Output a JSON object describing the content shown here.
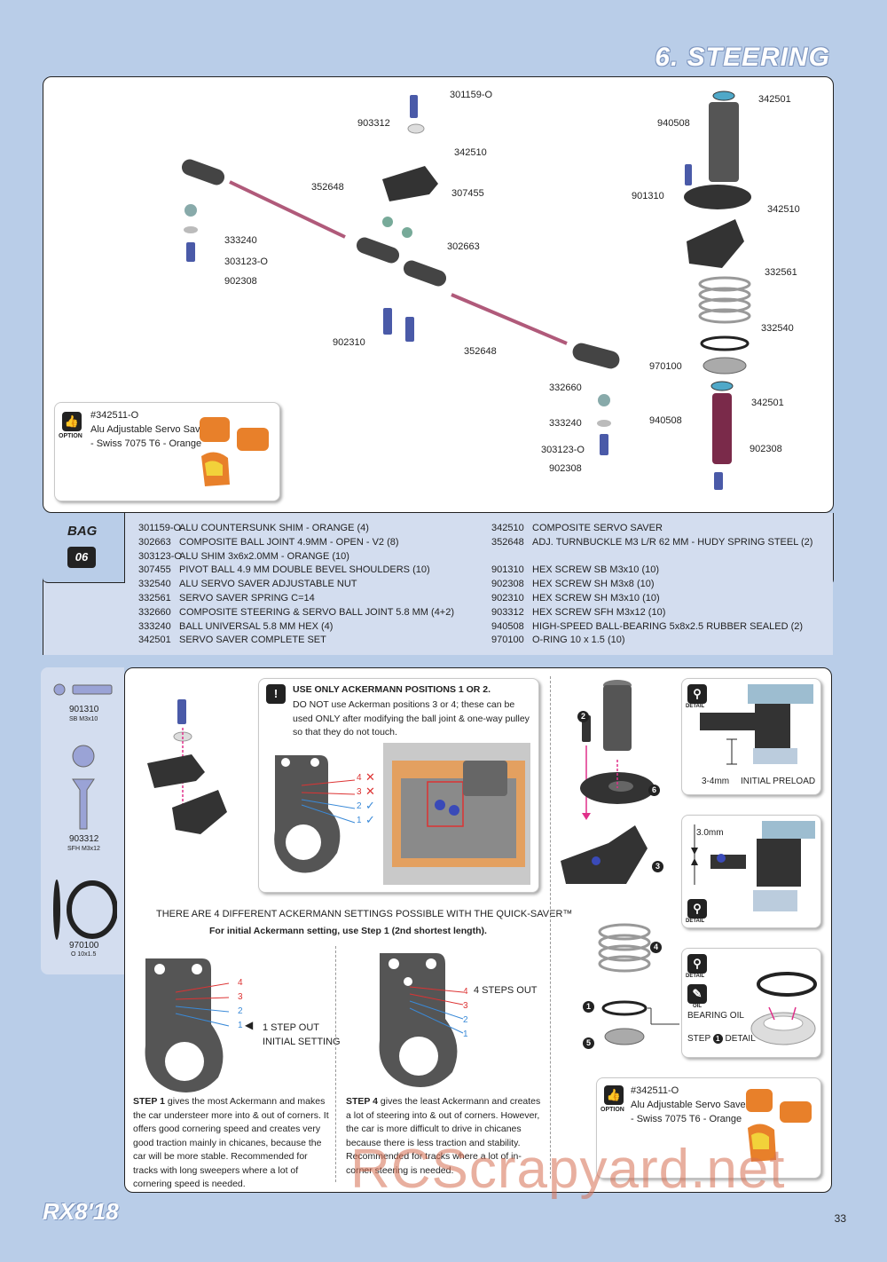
{
  "header": {
    "title": "6. STEERING"
  },
  "diagram_top": {
    "labels": [
      {
        "id": "l1",
        "text": "301159-O"
      },
      {
        "id": "l2",
        "text": "903312"
      },
      {
        "id": "l3",
        "text": "342510"
      },
      {
        "id": "l4",
        "text": "352648"
      },
      {
        "id": "l5",
        "text": "307455"
      },
      {
        "id": "l6",
        "text": "333240"
      },
      {
        "id": "l7",
        "text": "303123-O"
      },
      {
        "id": "l8",
        "text": "902308"
      },
      {
        "id": "l9",
        "text": "302663"
      },
      {
        "id": "l10",
        "text": "902310"
      },
      {
        "id": "l11",
        "text": "352648"
      },
      {
        "id": "l12",
        "text": "332660"
      },
      {
        "id": "l13",
        "text": "333240"
      },
      {
        "id": "l14",
        "text": "303123-O"
      },
      {
        "id": "l15",
        "text": "902308"
      },
      {
        "id": "l16",
        "text": "940508"
      },
      {
        "id": "l17",
        "text": "342501"
      },
      {
        "id": "l18",
        "text": "901310"
      },
      {
        "id": "l19",
        "text": "342510"
      },
      {
        "id": "l20",
        "text": "332561"
      },
      {
        "id": "l21",
        "text": "332540"
      },
      {
        "id": "l22",
        "text": "970100"
      },
      {
        "id": "l23",
        "text": "940508"
      },
      {
        "id": "l24",
        "text": "342501"
      },
      {
        "id": "l25",
        "text": "902308"
      }
    ],
    "option": {
      "code": "#342511-O",
      "line1": "Alu Adjustable Servo Saver",
      "line2": "- Swiss 7075 T6 - Orange",
      "badge": "OPTION"
    }
  },
  "bag": {
    "label": "BAG",
    "number": "06"
  },
  "parts_left": [
    {
      "code": "301159-O",
      "desc": "ALU COUNTERSUNK SHIM - ORANGE (4)"
    },
    {
      "code": "302663",
      "desc": "COMPOSITE BALL JOINT 4.9MM - OPEN - V2 (8)"
    },
    {
      "code": "303123-O",
      "desc": "ALU SHIM 3x6x2.0MM - ORANGE (10)"
    },
    {
      "code": "307455",
      "desc": "PIVOT BALL 4.9 MM DOUBLE BEVEL SHOULDERS (10)"
    },
    {
      "code": "332540",
      "desc": "ALU SERVO SAVER ADJUSTABLE NUT"
    },
    {
      "code": "332561",
      "desc": "SERVO SAVER SPRING C=14"
    },
    {
      "code": "332660",
      "desc": "COMPOSITE STEERING & SERVO BALL JOINT 5.8 MM (4+2)"
    },
    {
      "code": "333240",
      "desc": "BALL UNIVERSAL 5.8 MM HEX (4)"
    },
    {
      "code": "342501",
      "desc": "SERVO SAVER COMPLETE SET"
    }
  ],
  "parts_right": [
    {
      "code": "342510",
      "desc": "COMPOSITE SERVO SAVER"
    },
    {
      "code": "352648",
      "desc": "ADJ. TURNBUCKLE M3 L/R 62 MM - HUDY SPRING STEEL (2)"
    },
    {
      "code": "",
      "desc": ""
    },
    {
      "code": "901310",
      "desc": "HEX SCREW SB M3x10  (10)"
    },
    {
      "code": "902308",
      "desc": "HEX SCREW SH M3x8  (10)"
    },
    {
      "code": "902310",
      "desc": "HEX SCREW SH M3x10  (10)"
    },
    {
      "code": "903312",
      "desc": "HEX SCREW SFH M3x12  (10)"
    },
    {
      "code": "940508",
      "desc": "HIGH-SPEED BALL-BEARING 5x8x2.5 RUBBER SEALED  (2)"
    },
    {
      "code": "970100",
      "desc": "O-RING 10 x 1.5  (10)"
    }
  ],
  "side": [
    {
      "code": "901310",
      "sub": "SB M3x10"
    },
    {
      "code": "903312",
      "sub": "SFH M3x12"
    },
    {
      "code": "970100",
      "sub": "O 10x1.5"
    }
  ],
  "warning": {
    "title": "USE ONLY ACKERMANN POSITIONS 1 OR 2.",
    "body": "DO NOT use Ackerman positions 3 or 4; these can be used ONLY after modifying the ball joint & one-way pulley so that they do not touch."
  },
  "ackermann": {
    "heading": "THERE ARE 4 DIFFERENT ACKERMANN SETTINGS POSSIBLE WITH THE QUICK-SAVER™",
    "subheading": "For initial Ackermann setting, use Step 1 (2nd shortest length).",
    "positions": [
      "4",
      "3",
      "2",
      "1"
    ],
    "step1_note1": "1 STEP OUT",
    "step1_note2": "INITIAL SETTING",
    "step4_note": "4 STEPS OUT",
    "step1_lead": "STEP 1",
    "step1_text": " gives the most Ackermann and makes the car understeer more into & out of corners. It offers good cornering speed and creates very good traction mainly in chicanes, because the car will be more stable. Recommended for tracks with long sweepers where a lot of cornering speed is needed.",
    "step4_lead": "STEP 4",
    "step4_text": " gives the least Ackermann and creates a lot of steering into & out of corners. However, the car is more difficult to drive in chicanes because there is less traction and stability. Recommended for tracks where a lot of in-corner steering is needed."
  },
  "details": {
    "badge": "DETAIL",
    "preload_dim": "3-4mm",
    "preload_label": "INITIAL PRELOAD",
    "dim2": "3.0mm",
    "oil_badge": "OIL",
    "oil_label": "BEARING OIL",
    "step_label_pre": "STEP",
    "step_label_post": "DETAIL",
    "step_num": "1"
  },
  "assembly_steps": [
    "2",
    "6",
    "3",
    "4",
    "1",
    "5"
  ],
  "option2": {
    "code": "#342511-O",
    "line1": "Alu Adjustable Servo Saver",
    "line2": "- Swiss 7075 T6 - Orange",
    "badge": "OPTION"
  },
  "footer": {
    "model": "RX8'18",
    "page": "33",
    "watermark": "RCScrapyard.net"
  }
}
